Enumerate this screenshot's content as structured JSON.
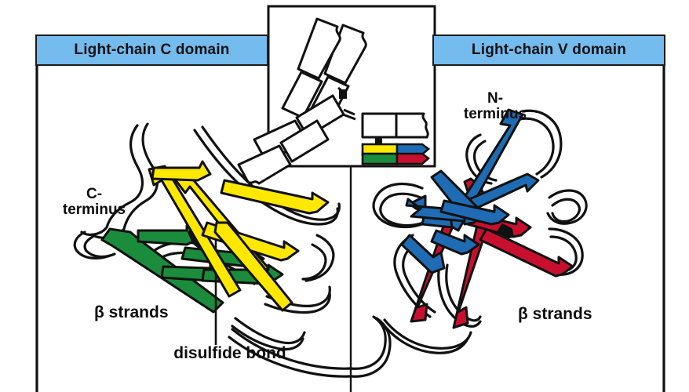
{
  "figure": {
    "type": "protein-structure-diagram",
    "subject": "Immunoglobulin light-chain domains",
    "background_color": "#ffffff",
    "frame": {
      "border_color": "#1a1a1a",
      "divider": "vertical center line separating the two domain panels"
    }
  },
  "panels": {
    "left": {
      "banner_label": "Light-chain C domain",
      "banner_color": "#74bbee",
      "banner_text_color": "#111111",
      "strand_colors": [
        "#ffe800",
        "#1a8c3c"
      ],
      "sheet_front_color": "#ffe800",
      "sheet_back_color": "#1a8c3c",
      "terminus_label": "C-\nterminus",
      "beta_label": "β strands",
      "disulfide_label": "disulfide bond",
      "strand_count": 7
    },
    "right": {
      "banner_label": "Light-chain V domain",
      "banner_color": "#74bbee",
      "banner_text_color": "#111111",
      "strand_colors": [
        "#1f6cb4",
        "#c8102e"
      ],
      "sheet_front_color": "#1f6cb4",
      "sheet_back_color": "#c8102e",
      "terminus_label": "N-\nterminus",
      "beta_label": "β strands",
      "strand_count": 9
    }
  },
  "inset": {
    "name": "antibody-schematic",
    "description": "Y-shaped immunoglobulin with heavy and light chains; lower-right bar shows the light chain colour key",
    "border_color": "#111111",
    "background": "#ffffff",
    "key_bars": [
      {
        "name": "c-domain-front",
        "color": "#ffe800"
      },
      {
        "name": "c-domain-back",
        "color": "#1a8c3c"
      },
      {
        "name": "v-domain-front",
        "color": "#1f6cb4"
      },
      {
        "name": "v-domain-back",
        "color": "#c8102e"
      }
    ]
  },
  "colors": {
    "yellow": "#ffe800",
    "green": "#1a8c3c",
    "blue": "#1f6cb4",
    "red": "#c8102e",
    "banner_blue": "#74bbee",
    "outline": "#111111"
  }
}
